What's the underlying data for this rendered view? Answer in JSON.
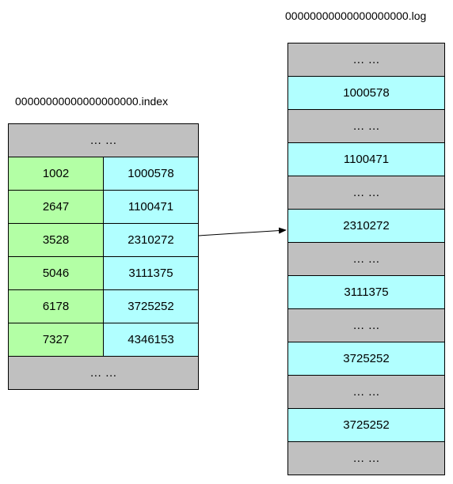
{
  "index_file": {
    "title": "00000000000000000000.index",
    "top_ellipsis": "… …",
    "rows": [
      {
        "offset": "1002",
        "position": "1000578"
      },
      {
        "offset": "2647",
        "position": "1100471"
      },
      {
        "offset": "3528",
        "position": "2310272"
      },
      {
        "offset": "5046",
        "position": "3111375"
      },
      {
        "offset": "6178",
        "position": "3725252"
      },
      {
        "offset": "7327",
        "position": "4346153"
      }
    ],
    "bottom_ellipsis": "… …"
  },
  "log_file": {
    "title": "00000000000000000000.log",
    "cells": [
      {
        "text": "… …",
        "kind": "ellipsis"
      },
      {
        "text": "1000578",
        "kind": "value"
      },
      {
        "text": "… …",
        "kind": "ellipsis"
      },
      {
        "text": "1100471",
        "kind": "value"
      },
      {
        "text": "… …",
        "kind": "ellipsis"
      },
      {
        "text": "2310272",
        "kind": "value"
      },
      {
        "text": "… …",
        "kind": "ellipsis"
      },
      {
        "text": "3111375",
        "kind": "value"
      },
      {
        "text": "… …",
        "kind": "ellipsis"
      },
      {
        "text": "3725252",
        "kind": "value"
      },
      {
        "text": "… …",
        "kind": "ellipsis"
      },
      {
        "text": "3725252",
        "kind": "value"
      },
      {
        "text": "… …",
        "kind": "ellipsis"
      }
    ]
  },
  "colors": {
    "ellipsis": "#c0c0c0",
    "offset": "#b3ffa5",
    "position": "#b1ffff",
    "border": "#000000"
  }
}
